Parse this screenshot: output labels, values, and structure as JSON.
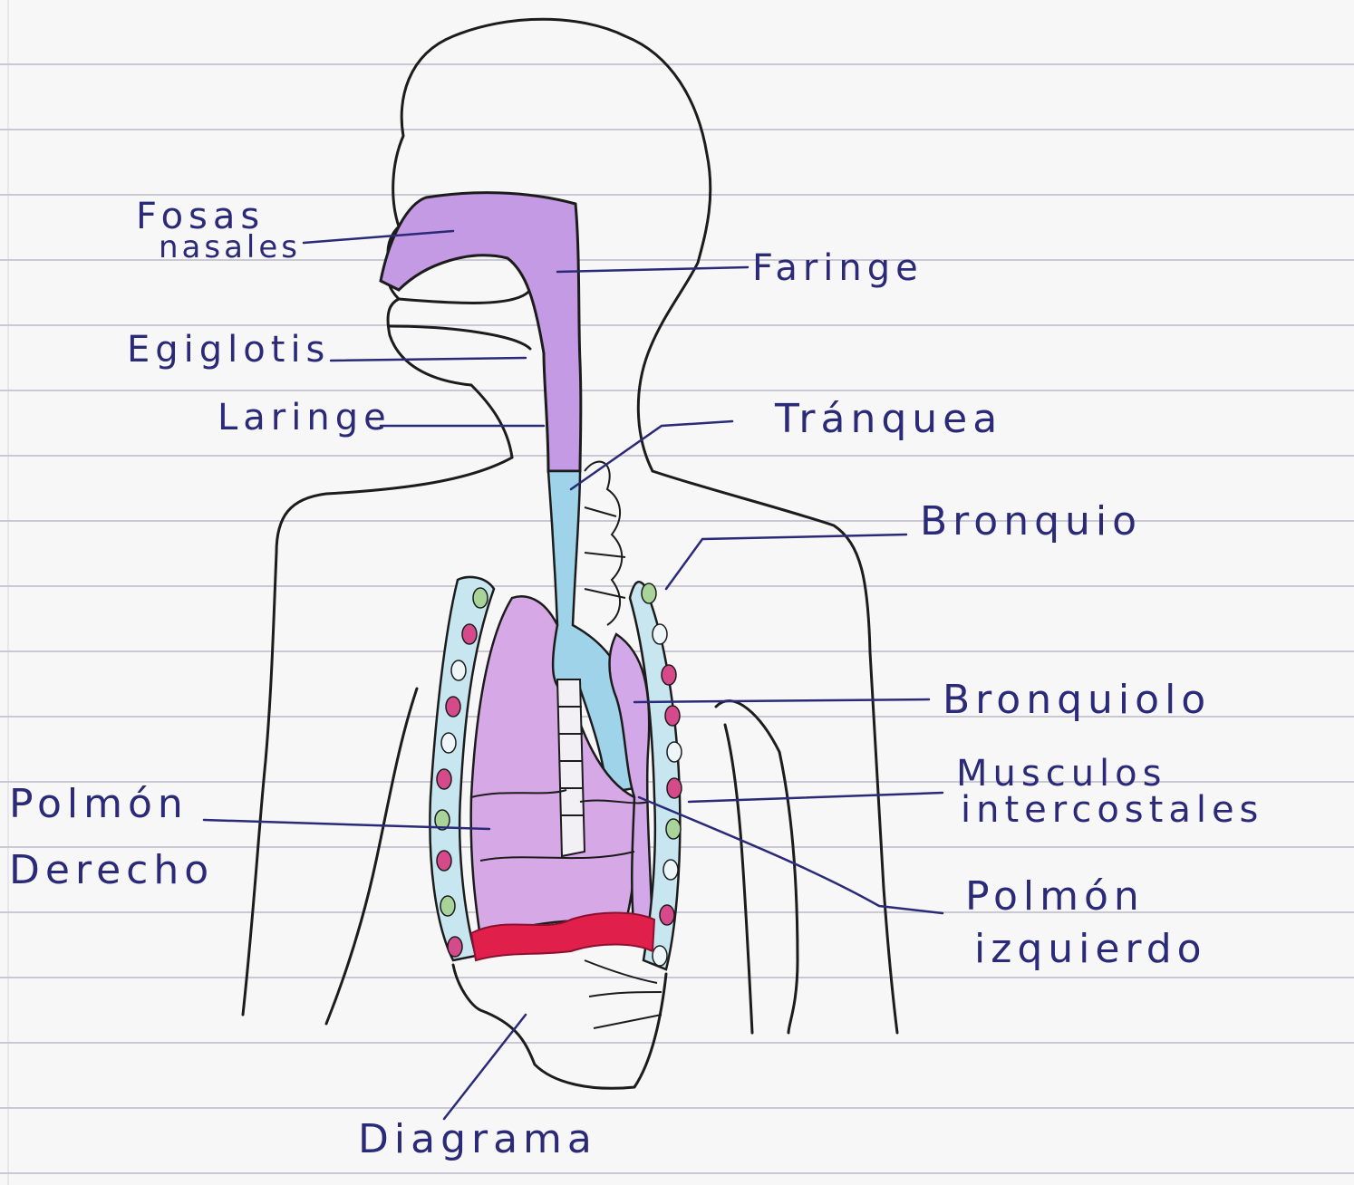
{
  "labels": {
    "fosas_nasales_1": "Fosas",
    "fosas_nasales_2": "nasales",
    "faringe": "Faringe",
    "epiglotis": "Egiglotis",
    "laringe": "Laringe",
    "traquea": "Tránquea",
    "bronquio": "Bronquio",
    "bronquiolo": "Bronquiolo",
    "musculos_1": "Musculos",
    "musculos_2": "intercostales",
    "pulmon_derecho_1": "Polmón",
    "pulmon_derecho_2": "Derecho",
    "pulmon_izquierdo_1": "Polmón",
    "pulmon_izquierdo_2": "izquierdo",
    "diafragma": "Diagrama"
  },
  "colors": {
    "ink": "#2a2a78",
    "outline": "#1c1c1c",
    "airway_upper": "#b68fd9",
    "trachea": "#9fd3ea",
    "lung": "#d7a7e6",
    "diaphragm": "#e0204a",
    "ribs": "#c7e6ef"
  }
}
